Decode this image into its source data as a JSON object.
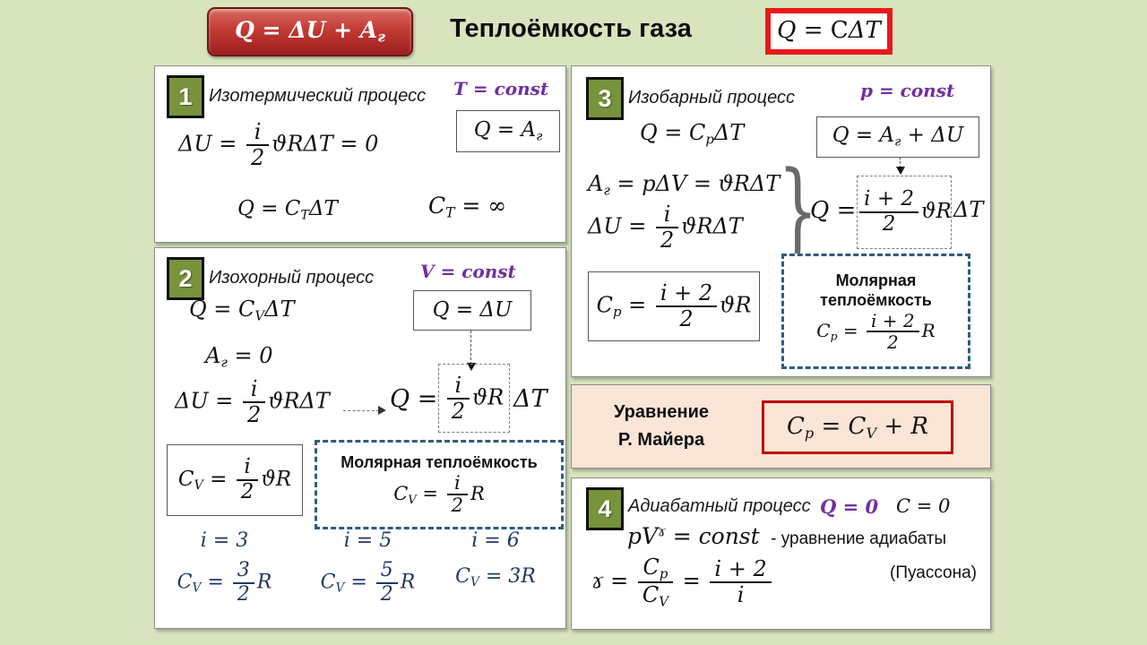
{
  "colors": {
    "bg": "#d8e4bd",
    "badge": "#77933c",
    "purple": "#7030a0",
    "navy": "#1f3864",
    "red": "#e81a1a",
    "mayerred": "#c00000",
    "mayerbg": "#fbe5d6",
    "dashblue": "#2e5c7f"
  },
  "header": {
    "law": [
      "Q = ΔU + A",
      {
        "s": "г"
      }
    ],
    "title": "Теплоёмкость газа",
    "capacity": [
      "Q = ",
      {
        "r": "C"
      },
      "ΔT"
    ]
  },
  "panels": {
    "p1": {
      "num": "1",
      "title": "Изотермический процесс",
      "condition": "T = const",
      "boxed": [
        "Q = A",
        {
          "s": "г"
        }
      ],
      "du": [
        "ΔU = ",
        {
          "f": [
            "i",
            "2"
          ]
        },
        "ϑRΔT = 0"
      ],
      "q": [
        "Q = C",
        {
          "s": "T"
        },
        "ΔT"
      ],
      "ct": [
        "C",
        {
          "s": "T"
        },
        " = ∞"
      ]
    },
    "p2": {
      "num": "2",
      "title": "Изохорный процесс",
      "condition": "V = const",
      "q": [
        "Q = C",
        {
          "s": "V"
        },
        "ΔT"
      ],
      "boxed": [
        "Q = ΔU"
      ],
      "a": [
        "A",
        {
          "s": "г"
        },
        " = 0"
      ],
      "du": [
        "ΔU = ",
        {
          "f": [
            "i",
            "2"
          ]
        },
        "ϑRΔT"
      ],
      "q2_lhs": [
        "Q ="
      ],
      "q2_mid": [
        {
          "f": [
            "i",
            "2"
          ]
        },
        "ϑR"
      ],
      "q2_rhs": [
        "ΔT"
      ],
      "cv_boxed": [
        "C",
        {
          "s": "V"
        },
        " = ",
        {
          "f": [
            "i",
            "2"
          ]
        },
        "ϑR"
      ],
      "molar_title": "Молярная теплоёмкость",
      "molar_f": [
        "C",
        {
          "s": "V"
        },
        " = ",
        {
          "f": [
            "i",
            "2"
          ]
        },
        "R"
      ],
      "cases": [
        {
          "i": [
            "i = 3"
          ],
          "cv": [
            "C",
            {
              "s": "V"
            },
            " = ",
            {
              "f": [
                "3",
                "2"
              ]
            },
            "R"
          ]
        },
        {
          "i": [
            "i = 5"
          ],
          "cv": [
            "C",
            {
              "s": "V"
            },
            " = ",
            {
              "f": [
                "5",
                "2"
              ]
            },
            "R"
          ]
        },
        {
          "i": [
            "i = 6"
          ],
          "cv": [
            "C",
            {
              "s": "V"
            },
            " = 3R"
          ]
        }
      ]
    },
    "p3": {
      "num": "3",
      "title": "Изобарный процесс",
      "condition": "p = const",
      "q": [
        "Q = C",
        {
          "s": "p"
        },
        "ΔT"
      ],
      "boxed": [
        "Q = A",
        {
          "s": "г"
        },
        " + ΔU"
      ],
      "a": [
        "A",
        {
          "s": "г"
        },
        " = pΔV = ϑRΔT"
      ],
      "du": [
        "ΔU = ",
        {
          "f": [
            "i",
            "2"
          ]
        },
        "ϑRΔT"
      ],
      "q2_lhs": [
        "Q ="
      ],
      "q2_mid": [
        {
          "f": [
            "i + 2",
            "2"
          ]
        },
        "ϑR"
      ],
      "q2_rhs": [
        "ΔT"
      ],
      "cp_boxed": [
        "C",
        {
          "s": "p"
        },
        " = ",
        {
          "f": [
            "i + 2",
            "2"
          ]
        },
        "ϑR"
      ],
      "molar_title_1": "Молярная",
      "molar_title_2": "теплоёмкость",
      "molar_f": [
        "C",
        {
          "s": "p"
        },
        " = ",
        {
          "f": [
            "i + 2",
            "2"
          ]
        },
        "R"
      ]
    },
    "mayer": {
      "label_1": "Уравнение",
      "label_2": "Р. Майера",
      "f": [
        "C",
        {
          "s": "p"
        },
        " = C",
        {
          "s": "V"
        },
        " + R"
      ]
    },
    "p4": {
      "num": "4",
      "title": "Адиабатный процесс",
      "q0": "Q = 0",
      "c0": "C = 0",
      "pv": [
        "pV",
        {
          "p": "ɤ"
        },
        " = const"
      ],
      "pv_note": "- уравнение адиабаты",
      "note2": "(Пуассона)",
      "gamma": [
        "ɤ = ",
        {
          "f": [
            [
              "C",
              {
                "s": "p"
              }
            ],
            [
              "C",
              {
                "s": "V"
              }
            ]
          ]
        },
        " = ",
        {
          "f": [
            "i + 2",
            "i"
          ]
        }
      ]
    }
  }
}
